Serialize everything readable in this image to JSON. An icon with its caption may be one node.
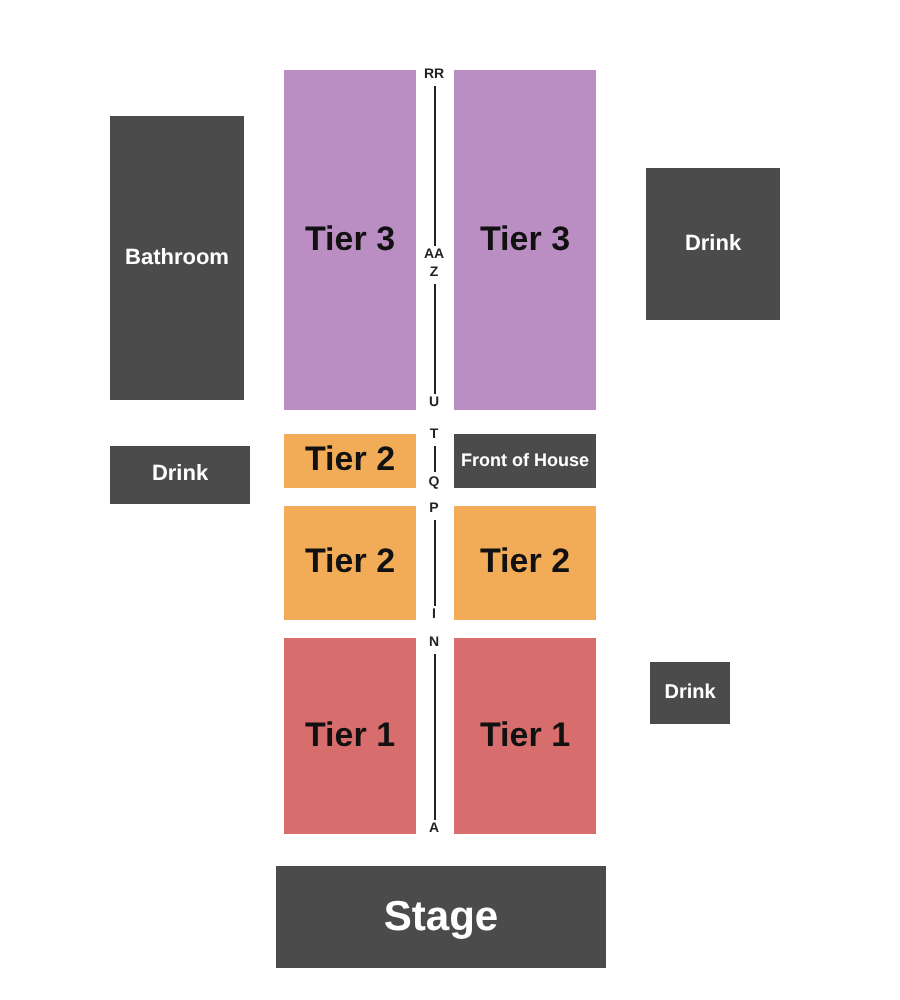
{
  "diagram": {
    "nodes": [
      {
        "text": [
          "Bathroom"
        ]
      },
      {
        "text": [
          "Tier 3"
        ]
      },
      {
        "text": [
          "Tier 3"
        ]
      },
      {
        "text": [
          "Drink"
        ]
      },
      {
        "text": [
          "Drink"
        ]
      },
      {
        "text": [
          "Tier 2"
        ]
      },
      {
        "text": [
          "Front of House"
        ]
      },
      {
        "text": [
          "Tier 2"
        ]
      },
      {
        "text": [
          "Tier 2"
        ]
      },
      {
        "text": [
          "Tier 1"
        ]
      },
      {
        "text": [
          "Tier 1"
        ]
      },
      {
        "text": [
          "Drink"
        ]
      },
      {
        "text": [
          "Stage"
        ]
      }
    ],
    "edges": [],
    "labels": [
      "RR",
      "AA",
      "Z",
      "U",
      "T",
      "Q",
      "P",
      "I",
      "N",
      "A"
    ]
  }
}
